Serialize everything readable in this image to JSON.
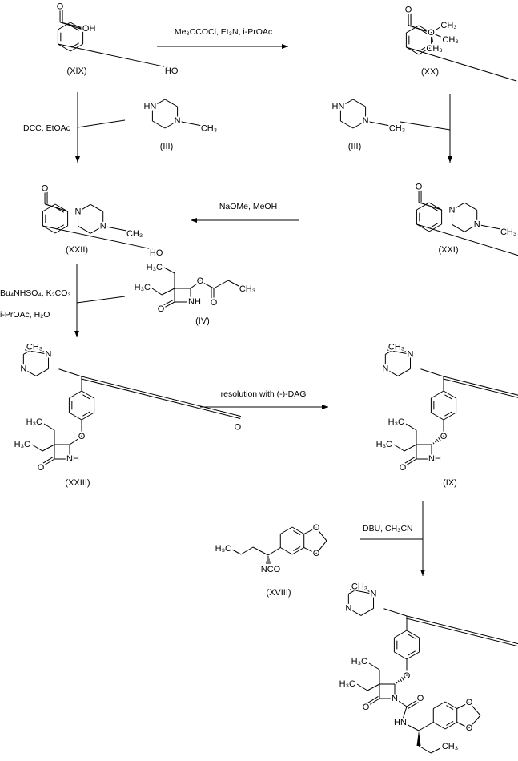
{
  "atoms": {
    "O": "O",
    "OH": "OH",
    "HO": "HO",
    "N": "N",
    "NH": "NH",
    "HN": "HN",
    "CH3": "CH₃",
    "H3C": "H₃C",
    "NCO": "NCO"
  },
  "compounds": {
    "XIX": "(XIX)",
    "XX": "(XX)",
    "III_left": "(III)",
    "III_right": "(III)",
    "XXII": "(XXII)",
    "XXI": "(XXI)",
    "IV": "(IV)",
    "XXIII": "(XXIII)",
    "IX": "(IX)",
    "XVIII": "(XVIII)"
  },
  "reagents": {
    "step1": "Me₃CCOCl, Et₃N, i-PrOAc",
    "step2": "DCC, EtOAc",
    "step3": "NaOMe, MeOH",
    "step4_line1": "Bu₄NHSO₄, K₂CO₃",
    "step4_line2": "i-PrOAc, H₂O",
    "step5": "resolution with (-)-DAG",
    "step6": "DBU, CH₃CN"
  }
}
